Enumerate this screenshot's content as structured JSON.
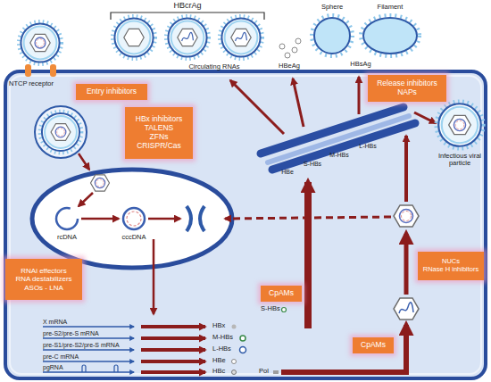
{
  "diagram": {
    "nodes": [
      {
        "text": [
          "Entry inhibitors"
        ]
      },
      {
        "text": [
          "HBx inhibitors",
          "TALENS",
          "ZFNs",
          "CRISPR/Cas"
        ]
      },
      {
        "text": [
          "Release inhibitors",
          "NAPs"
        ]
      },
      {
        "text": [
          "RNAi effectors",
          "RNA destabilizers",
          "ASOs - LNA"
        ]
      },
      {
        "text": [
          "CpAMs"
        ]
      },
      {
        "text": [
          "NUCs",
          "RNase H inhibitors"
        ]
      },
      {
        "text": [
          "CpAMs"
        ]
      }
    ],
    "labels": [
      "HBcrAg",
      "Circulating RNAs",
      "HBeAg",
      "Sphere",
      "Filament",
      "HBsAg",
      "Infectious viral particle",
      "NTCP receptor",
      "rcDNA",
      "cccDNA",
      "X mRNA",
      "pre-S2/pre-S mRNA",
      "pre-S1/pre-S2/pre-S mRNA",
      "pre-C mRNA",
      "pgRNA",
      "HBx",
      "M-HBs",
      "L-HBs",
      "HBe",
      "HBc",
      "Pol",
      "S-HBs",
      "HBe",
      "S-HBs",
      "M-HBs",
      "L-HBs"
    ]
  }
}
